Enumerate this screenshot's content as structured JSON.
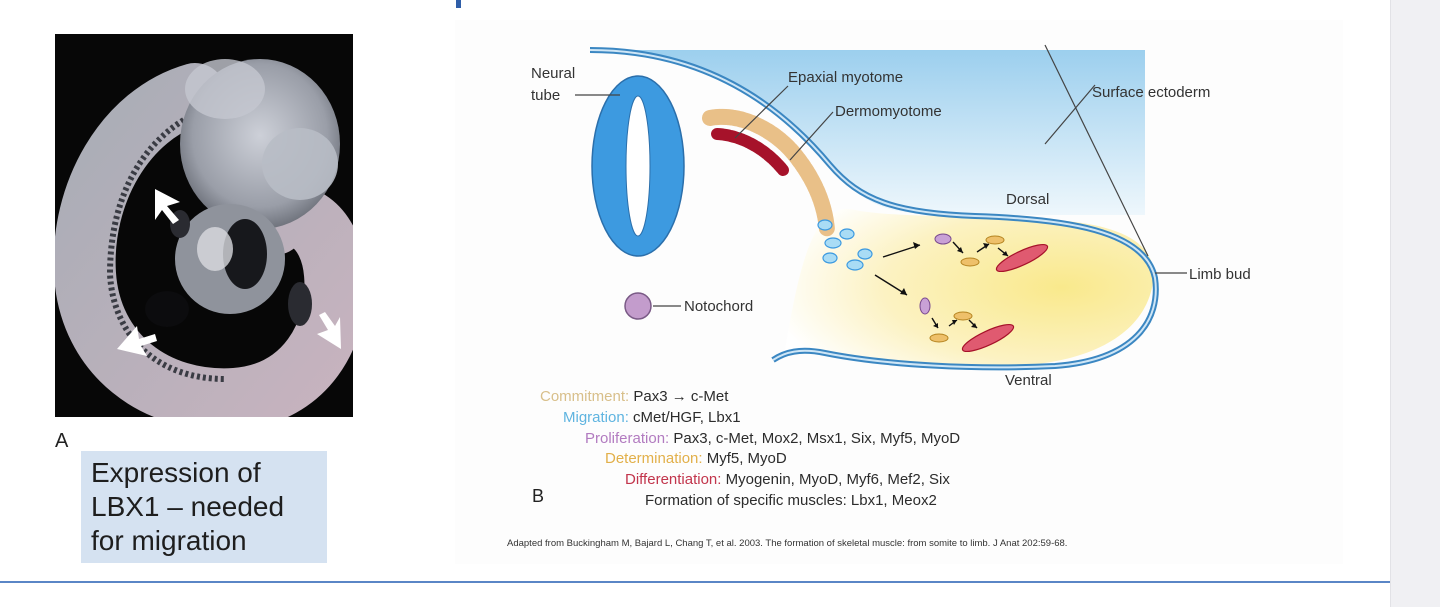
{
  "panel_a": {
    "letter": "A",
    "caption_lines": [
      "Expression of",
      "LBX1 – needed",
      "for migration"
    ]
  },
  "panel_b": {
    "letter": "B",
    "labels": {
      "neural_tube_1": "Neural",
      "neural_tube_2": "tube",
      "epaxial_myotome": "Epaxial myotome",
      "dermomyotome": "Dermomyotome",
      "surface_ectoderm": "Surface ectoderm",
      "dorsal": "Dorsal",
      "limb_bud": "Limb bud",
      "notochord": "Notochord",
      "ventral": "Ventral"
    },
    "legend": [
      {
        "term": "Commitment:",
        "genes": "Pax3 → c-Met",
        "color": "#d8bf8a"
      },
      {
        "term": "Migration:",
        "genes": "cMet/HGF, Lbx1",
        "color": "#5fb4e0"
      },
      {
        "term": "Proliferation:",
        "genes": "Pax3, c-Met, Mox2, Msx1, Six, Myf5, MyoD",
        "color": "#b27bc0"
      },
      {
        "term": "Determination:",
        "genes": "Myf5, MyoD",
        "color": "#e2b04a"
      },
      {
        "term": "Differentiation:",
        "genes": "Myogenin, MyoD, Myf6, Mef2, Six",
        "color": "#c2354c"
      },
      {
        "term": "",
        "genes": "Formation of specific muscles: Lbx1, Meox2",
        "color": "#2c2c2c"
      }
    ],
    "credit": "Adapted from Buckingham M, Bajard L, Chang T, et al. 2003. The formation of skeletal muscle: from somite to limb. J Anat 202:59-68."
  },
  "colors": {
    "neural_tube": "#3d9ae0",
    "dermomyotome": "#e9c088",
    "myotome": "#a6122a",
    "limb_fill": "#fbeea0",
    "ectoderm": "#3b87c2",
    "notochord": "#c39ccc",
    "accent_rule": "#5a86c6",
    "caption_box": "#d5e2f1"
  }
}
